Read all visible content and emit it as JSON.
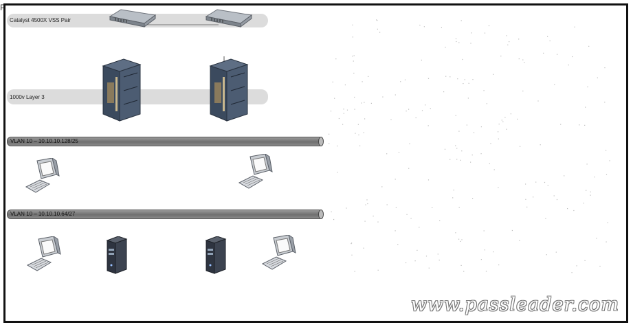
{
  "corner_mark": "P",
  "tiers": {
    "switches": {
      "label": "Catalyst 4500X VSS Pair"
    },
    "layer3": {
      "label": "1000v Layer 3"
    }
  },
  "vlans": [
    {
      "label": "VLAN 10 – 10.10.10.128/25"
    },
    {
      "label": "VLAN 10 – 10.10.10.64/27"
    }
  ],
  "watermark": "www.passleader.com",
  "colors": {
    "band": "#dcdcdc",
    "vlan_bar": "#7a7a7a",
    "server_rack": "#3b4a5e",
    "server_tower": "#2e3440",
    "frame_border": "#111111"
  },
  "icons": [
    "switch-icon",
    "server-rack-icon",
    "workstation-icon",
    "tower-server-icon"
  ]
}
